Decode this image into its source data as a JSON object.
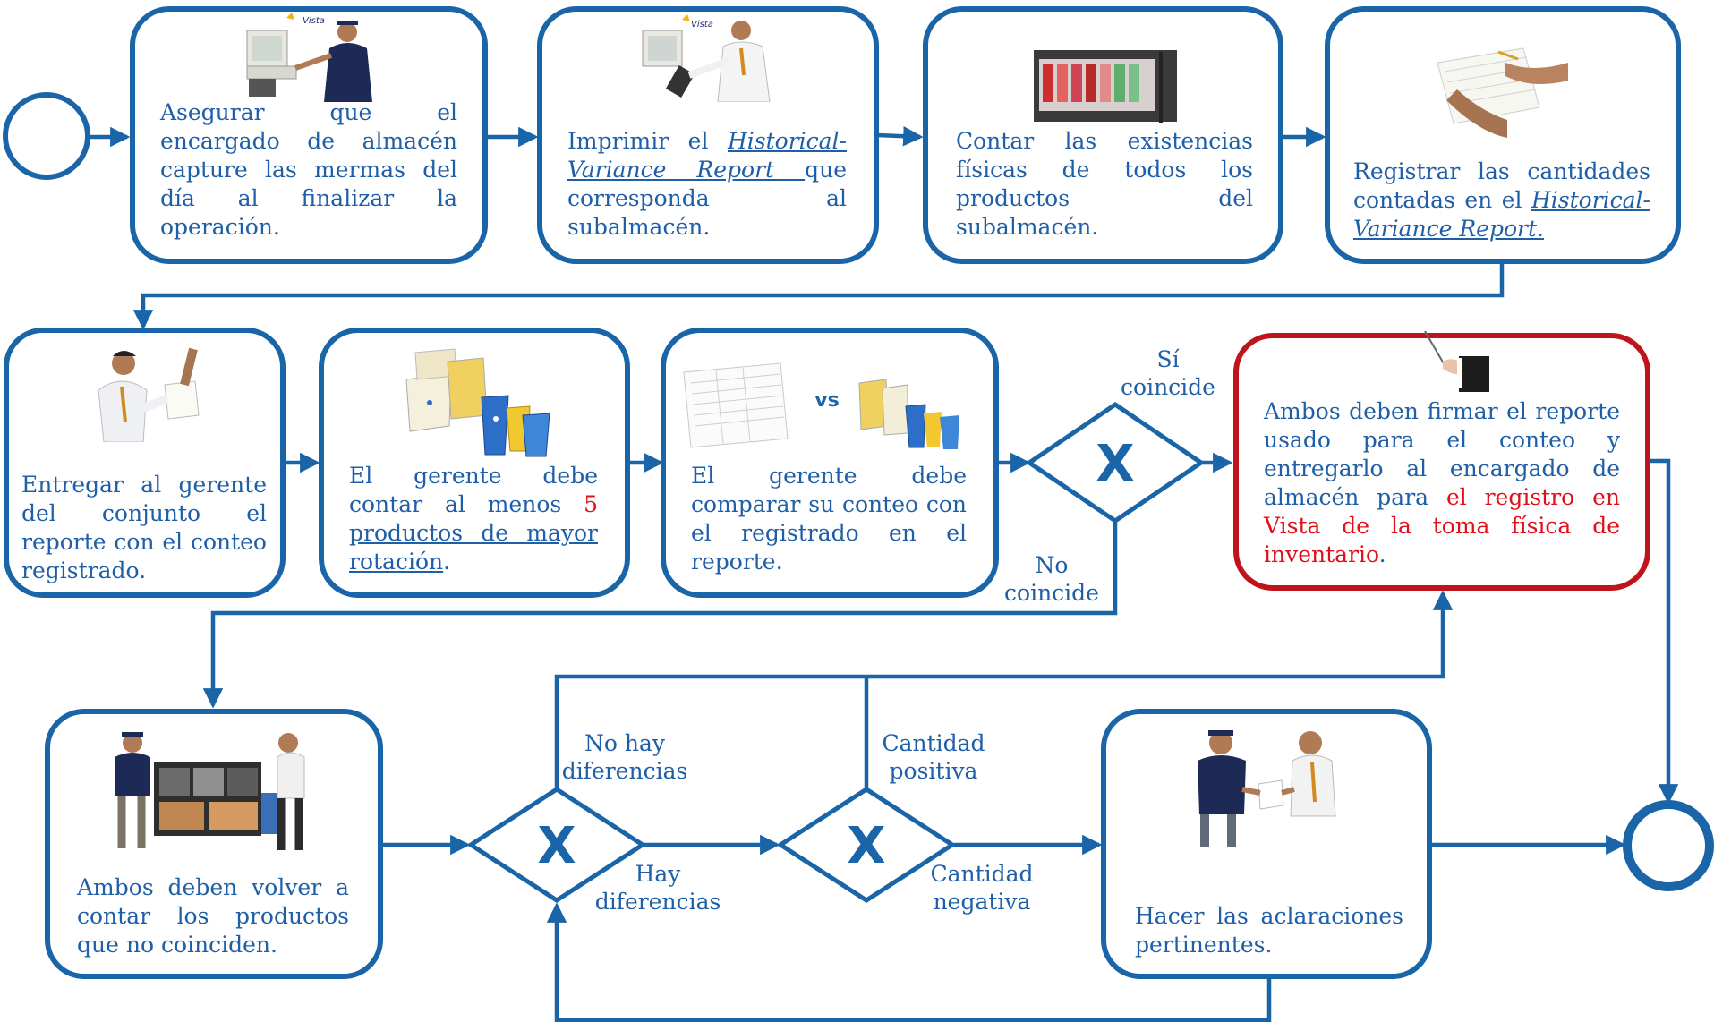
{
  "colors": {
    "flow": "#1a64a8",
    "text": "#1f5fa8",
    "highlight": "#e0101a",
    "highlight_border": "#c0141c"
  },
  "events": {
    "start": "start-event",
    "end": "end-event"
  },
  "tasks": {
    "t1": {
      "text": "Asegurar que el encargado de almacén capture las mermas del día al finalizar la operación."
    },
    "t2": {
      "pre": "Imprimir el ",
      "link": "Historical-Variance Report ",
      "post": "que corresponda al subalmacén."
    },
    "t3": {
      "text": "Contar las existencias físicas de todos los productos del subalmacén."
    },
    "t4": {
      "pre": "Registrar las cantidades contadas en el ",
      "link": "Historical-Variance Report."
    },
    "t5": {
      "text": "Entregar al gerente del conjunto el reporte con el conteo registrado."
    },
    "t6": {
      "pre": "El gerente debe contar al menos ",
      "num": "5",
      "sp": " ",
      "u": "productos de mayor rotación",
      "post": "."
    },
    "t7": {
      "text": "El gerente debe comparar su conteo con el registrado en el reporte.",
      "vs": "vs"
    },
    "t8": {
      "pre": "Ambos deben firmar el reporte usado para el conteo y entregarlo al encargado de almacén para ",
      "red": "el registro en Vista de la toma física  de inventario",
      "post": "."
    },
    "t9": {
      "text": "Ambos deben volver a contar los productos que no coinciden."
    },
    "t10": {
      "text": "Hacer las aclaraciones pertinentes."
    }
  },
  "gateways": {
    "symbol": "X"
  },
  "labels": {
    "si_coincide": [
      "Sí",
      "coincide"
    ],
    "no_coincide": [
      "No",
      "coincide"
    ],
    "no_hay_diferencias": [
      "No hay",
      "diferencias"
    ],
    "hay_diferencias": [
      "Hay",
      "diferencias"
    ],
    "cantidad_positiva": [
      "Cantidad",
      "positiva"
    ],
    "cantidad_negativa": [
      "Cantidad",
      "negativa"
    ]
  }
}
